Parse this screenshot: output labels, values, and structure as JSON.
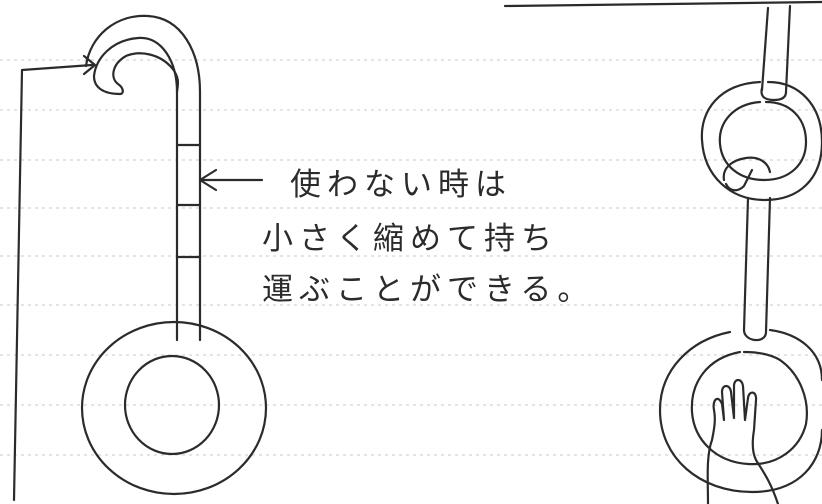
{
  "annotation": {
    "lines": [
      "使わない時は",
      "小さく縮めて持ち",
      "運ぶことができる。"
    ]
  },
  "icons": {
    "pointer_arrow": "left-arrow-icon",
    "hand": "hand-icon"
  },
  "colors": {
    "ink": "#2b2b2b",
    "paper": "#ffffff",
    "ruled_lines": "#c9c9c9"
  }
}
